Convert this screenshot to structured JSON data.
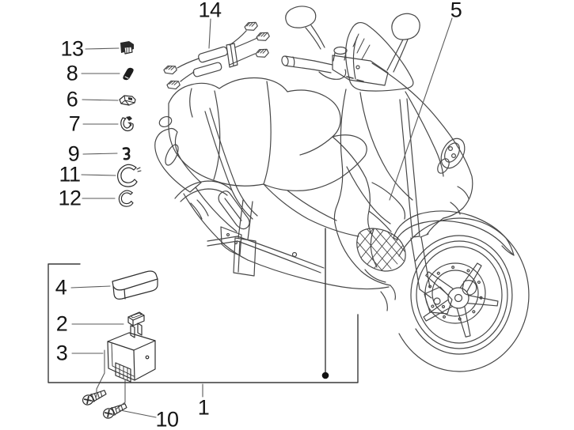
{
  "figure": {
    "callouts": {
      "c1": "1",
      "c2": "2",
      "c3": "3",
      "c4": "4",
      "c5": "5",
      "c6": "6",
      "c7": "7",
      "c8": "8",
      "c9": "9",
      "c10": "10",
      "c11": "11",
      "c12": "12",
      "c13": "13",
      "c14": "14"
    },
    "colors": {
      "background": "#ffffff",
      "line_art": "#474747",
      "callout_line": "#5a5a5a",
      "label_text": "#141414",
      "marker_dot": "#111111"
    }
  }
}
